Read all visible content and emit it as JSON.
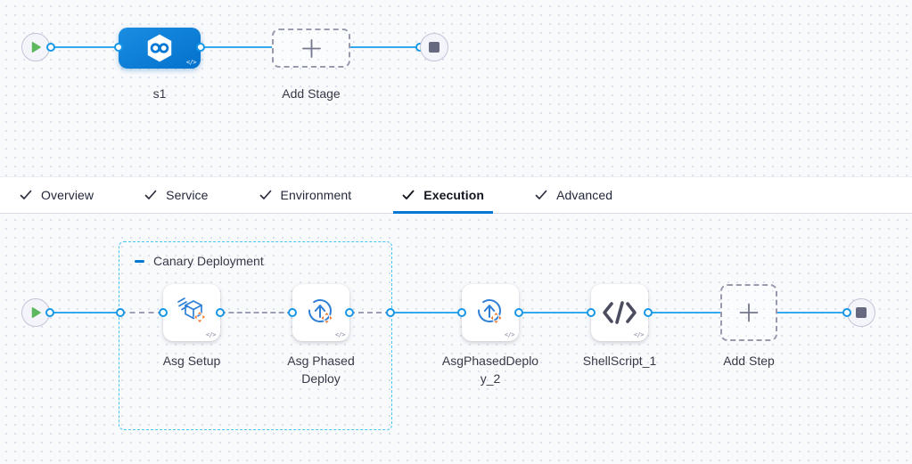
{
  "stage_graph": {
    "stage_name": "s1",
    "add_stage_label": "Add Stage",
    "code_badge": "</>"
  },
  "tabs": [
    {
      "label": "Overview",
      "checked": true,
      "active": false
    },
    {
      "label": "Service",
      "checked": true,
      "active": false
    },
    {
      "label": "Environment",
      "checked": true,
      "active": false
    },
    {
      "label": "Execution",
      "checked": true,
      "active": true
    },
    {
      "label": "Advanced",
      "checked": true,
      "active": false
    }
  ],
  "execution_graph": {
    "group_label": "Canary Deployment",
    "steps": [
      {
        "name": "Asg Setup",
        "icon": "asg-setup-icon"
      },
      {
        "name": "Asg Phased Deploy",
        "icon": "asg-phased-deploy-icon"
      },
      {
        "name": "AsgPhasedDeploy_2",
        "icon": "asg-phased-deploy-icon"
      },
      {
        "name": "ShellScript_1",
        "icon": "shell-script-icon"
      }
    ],
    "add_step_label": "Add Step",
    "code_badge": "</>"
  },
  "colors": {
    "accent_blue": "#0278d5",
    "connector_blue": "#33a8ef",
    "dot_ring_blue": "#1697e8",
    "group_border_blue": "#45c6f2",
    "dashed_gray": "#9d9fb5",
    "orange": "#f0772c",
    "green": "#5cb85f",
    "slate": "#676981",
    "label_text": "#383946",
    "canvas_bg": "#f9fafc"
  }
}
